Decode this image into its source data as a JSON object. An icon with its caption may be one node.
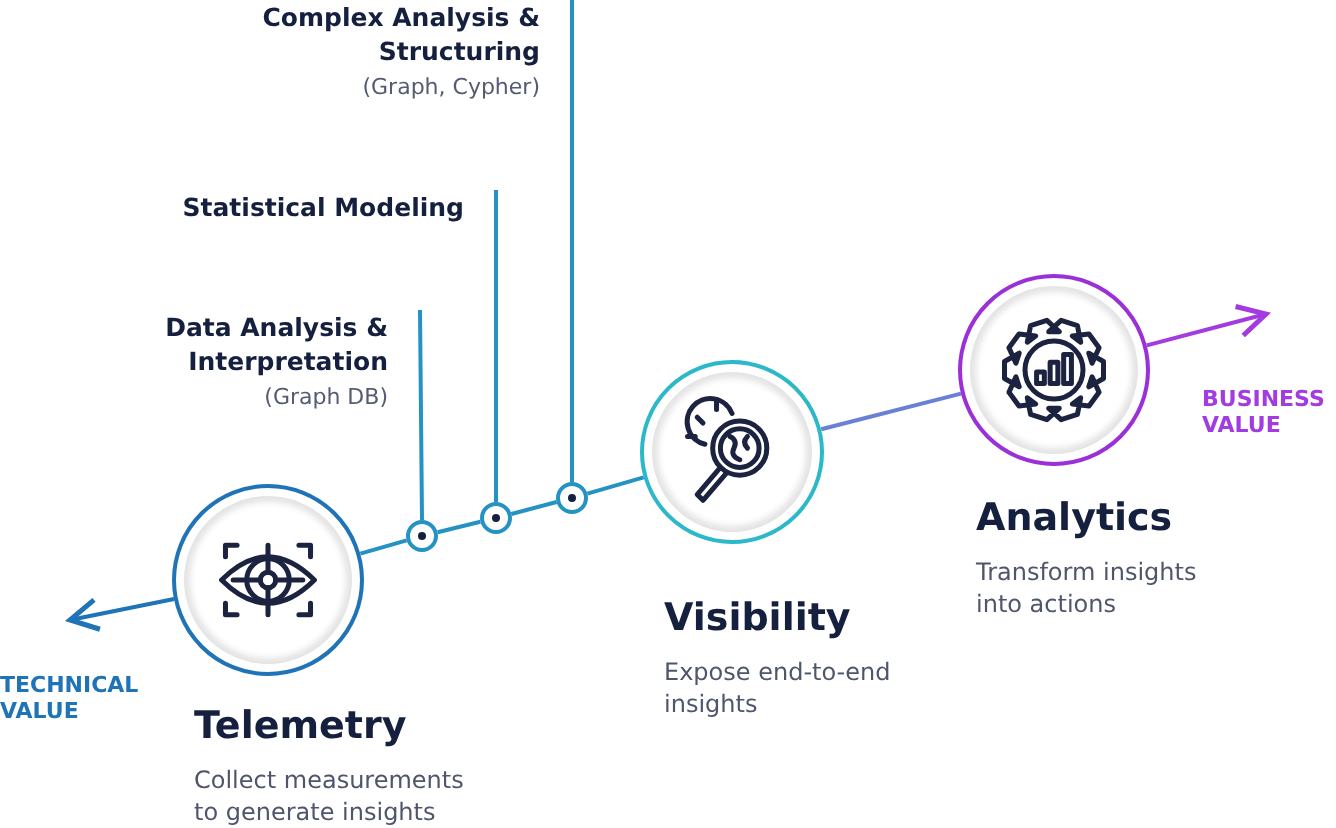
{
  "diagram": {
    "nodes": [
      {
        "text": [
          "Telemetry",
          "Collect measurements to generate insights"
        ]
      },
      {
        "text": [
          "Visibility",
          "Expose end-to-end insights"
        ]
      },
      {
        "text": [
          "Analytics",
          "Transform insights into actions"
        ]
      },
      {
        "text": [],
        "shape": "circle"
      },
      {
        "text": [],
        "shape": "circle"
      },
      {
        "text": [],
        "shape": "circle"
      },
      {
        "text": [
          "Data Analysis & Interpretation",
          "(Graph DB)"
        ]
      },
      {
        "text": [
          "Statistical Modeling"
        ]
      },
      {
        "text": [
          "Complex Analysis & Structuring",
          "(Graph, Cypher)"
        ]
      }
    ],
    "edges": [
      {
        "from": 0,
        "to": null,
        "arrow": "to",
        "color": "#1f73b7"
      },
      {
        "from": 0,
        "to": 3,
        "arrow": "none"
      },
      {
        "from": 3,
        "to": 4,
        "arrow": "none"
      },
      {
        "from": 4,
        "to": 5,
        "arrow": "none"
      },
      {
        "from": 5,
        "to": 1,
        "arrow": "none"
      },
      {
        "from": 1,
        "to": 2,
        "arrow": "none",
        "color": "#6a7fd6"
      },
      {
        "from": 2,
        "to": null,
        "arrow": "to",
        "color": "#a23be0"
      },
      {
        "from": 6,
        "to": 3,
        "arrow": "none"
      },
      {
        "from": 7,
        "to": 4,
        "arrow": "none"
      },
      {
        "from": 8,
        "to": 5,
        "arrow": "none"
      }
    ],
    "labels": [
      "TECHNICAL VALUE",
      "BUSINESS VALUE"
    ]
  }
}
